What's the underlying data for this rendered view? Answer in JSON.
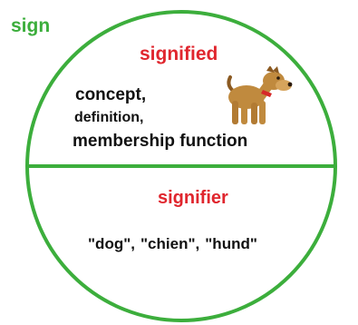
{
  "colors": {
    "circle": "#3cae3c",
    "sign_label": "#3cae3c",
    "title_red": "#e0262e",
    "text": "#111111"
  },
  "sign": {
    "label": "sign"
  },
  "signified": {
    "title": "signified",
    "lines": [
      "concept,",
      "definition,",
      "membership function"
    ],
    "icon": "dog-icon"
  },
  "signifier": {
    "title": "signifier",
    "examples": [
      "\"dog\",",
      "\"chien\",",
      "\"hund\""
    ]
  }
}
